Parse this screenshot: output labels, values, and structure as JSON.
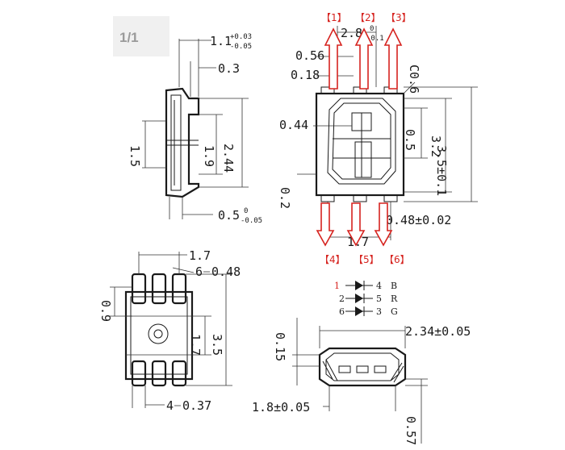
{
  "page_indicator": "1/1",
  "side_view": {
    "top_dim": "1.1",
    "top_tol_plus": "+0.03",
    "top_tol_minus": "-0.05",
    "notch": "0.3",
    "pad_gap": "1.5",
    "pad_span": "1.9",
    "total_height": "2.44",
    "base_dim": "0.5",
    "base_tol_plus": "0",
    "base_tol_minus": "-0.05"
  },
  "top_view": {
    "width_dim": "2.8",
    "width_tol_plus": "0",
    "width_tol_minus": "-0.1",
    "pin_width": "0.56",
    "pin_gap": "0.18",
    "chamfer": "C0.6",
    "inner_pad": "0.44",
    "center_width": "0.5",
    "inner_height": "3.2",
    "outer_height": "3.5±0.1",
    "bottom_edge": "0.2",
    "pin_pitch": "1.7",
    "pad_width": "0.48±0.02",
    "top_pins": [
      "【1】",
      "【2】",
      "【3】"
    ],
    "bottom_pins": [
      "【4】",
      "【5】",
      "【6】"
    ]
  },
  "bottom_view": {
    "pad_pitch": "1.7",
    "pad_spacing": "0.48",
    "pad_spacing_prefix": "6",
    "pad_length": "0.9",
    "pad_inner": "1.7",
    "total_length": "3.5",
    "pad_width": "0.37",
    "pad_width_prefix": "4"
  },
  "schematic": {
    "rows": [
      {
        "left": "1",
        "right": "4",
        "color": "B"
      },
      {
        "left": "2",
        "right": "5",
        "color": "R"
      },
      {
        "left": "6",
        "right": "3",
        "color": "G"
      }
    ]
  },
  "front_view": {
    "body_width": "2.34±0.05",
    "lens_height": "0.15",
    "base_width": "1.8±0.05",
    "total_height": "0.57"
  }
}
